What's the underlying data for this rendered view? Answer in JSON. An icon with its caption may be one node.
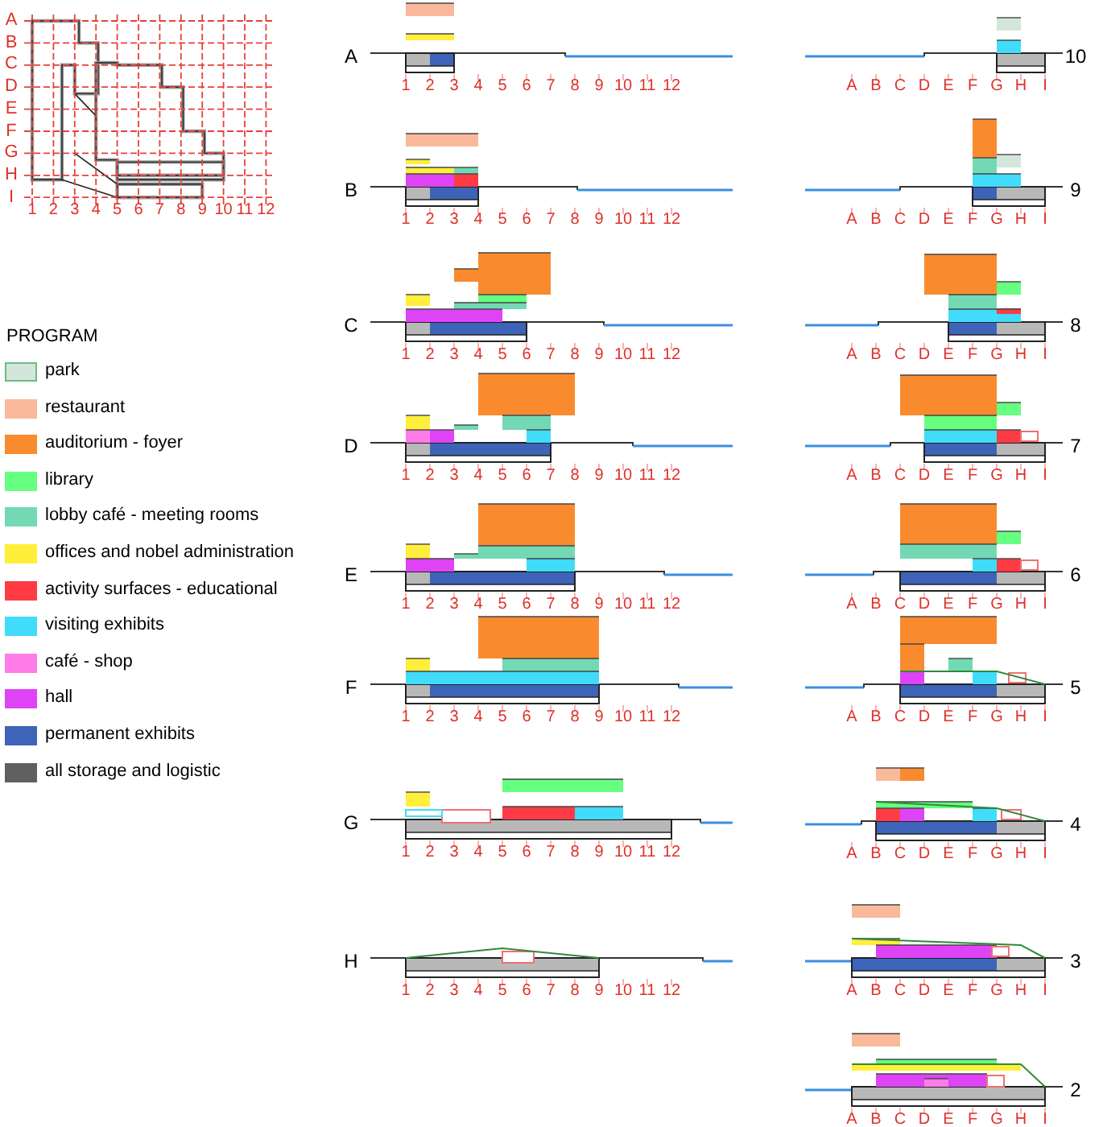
{
  "diagram": {
    "labels": [
      "A",
      "B",
      "C",
      "D",
      "E",
      "F",
      "G",
      "H",
      "I",
      "1",
      "2",
      "3",
      "4",
      "5",
      "6",
      "7",
      "8",
      "9",
      "10",
      "11",
      "12",
      "PROGRAM",
      "A",
      "1",
      "2",
      "3",
      "4",
      "5",
      "6",
      "7",
      "8",
      "9",
      "10",
      "11",
      "12",
      "B",
      "1",
      "2",
      "3",
      "4",
      "5",
      "6",
      "7",
      "8",
      "9",
      "10",
      "11",
      "12",
      "C",
      "1",
      "2",
      "3",
      "4",
      "5",
      "6",
      "7",
      "8",
      "9",
      "10",
      "11",
      "12",
      "D",
      "1",
      "2",
      "3",
      "4",
      "5",
      "6",
      "7",
      "8",
      "9",
      "10",
      "11",
      "12",
      "E",
      "1",
      "2",
      "3",
      "4",
      "5",
      "6",
      "7",
      "8",
      "9",
      "10",
      "11",
      "12",
      "F",
      "1",
      "2",
      "3",
      "4",
      "5",
      "6",
      "7",
      "8",
      "9",
      "10",
      "11",
      "12",
      "G",
      "1",
      "2",
      "3",
      "4",
      "5",
      "6",
      "7",
      "8",
      "9",
      "10",
      "11",
      "12",
      "H",
      "1",
      "2",
      "3",
      "4",
      "5",
      "6",
      "7",
      "8",
      "9",
      "10",
      "11",
      "12",
      "10",
      "A",
      "B",
      "C",
      "D",
      "E",
      "F",
      "G",
      "H",
      "I",
      "9",
      "A",
      "B",
      "C",
      "D",
      "E",
      "F",
      "G",
      "H",
      "I",
      "8",
      "A",
      "B",
      "C",
      "D",
      "E",
      "F",
      "G",
      "H",
      "I",
      "7",
      "A",
      "B",
      "C",
      "D",
      "E",
      "F",
      "G",
      "H",
      "I",
      "6",
      "A",
      "B",
      "C",
      "D",
      "E",
      "F",
      "G",
      "H",
      "I",
      "5",
      "A",
      "B",
      "C",
      "D",
      "E",
      "F",
      "G",
      "H",
      "I",
      "4",
      "A",
      "B",
      "C",
      "D",
      "E",
      "F",
      "G",
      "H",
      "I",
      "3",
      "A",
      "B",
      "C",
      "D",
      "E",
      "F",
      "G",
      "H",
      "I",
      "2",
      "A",
      "B",
      "C",
      "D",
      "E",
      "F",
      "G",
      "H",
      "I"
    ],
    "legend": [
      {
        "text": "park",
        "color": "#d3e6dc"
      },
      {
        "text": "restaurant",
        "color": "#f9b99a"
      },
      {
        "text": "auditorium - foyer",
        "color": "#f98b2e"
      },
      {
        "text": "library",
        "color": "#66ff80"
      },
      {
        "text": "lobby café - meeting rooms",
        "color": "#72d9b4"
      },
      {
        "text": "offices and nobel administration",
        "color": "#ffef3a"
      },
      {
        "text": "activity surfaces - educational",
        "color": "#ff3b45"
      },
      {
        "text": "visiting exhibits",
        "color": "#40dcfa"
      },
      {
        "text": "café - shop",
        "color": "#ff7ce8"
      },
      {
        "text": "hall",
        "color": "#de44f5"
      },
      {
        "text": "permanent exhibits",
        "color": "#3d64b8"
      },
      {
        "text": "all storage and logistic",
        "color": "#606060"
      }
    ]
  }
}
